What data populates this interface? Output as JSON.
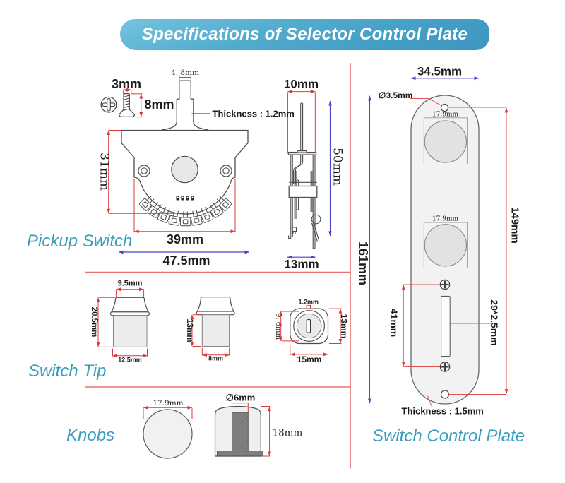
{
  "title": "Specifications of Selector Control Plate",
  "accent_colors": {
    "banner_blue": "#4aa3c8",
    "section_label_teal": "#3b9dbd",
    "dimension_red": "#e05252",
    "dimension_blue": "#4747c7"
  },
  "sections": {
    "pickup_switch": {
      "label": "Pickup Switch",
      "dims": {
        "screw_head_width": "3mm",
        "screw_length": "8mm",
        "lever_tip_width": "4. 8mm",
        "lever_thickness": "Thickness : 1.2mm",
        "body_height": "31mm",
        "body_width": "39mm",
        "overall_width": "47.5mm",
        "side_width": "10mm",
        "side_height": "50mm",
        "side_depth": "13mm"
      }
    },
    "switch_tip": {
      "label": "Switch Tip",
      "dims": {
        "front_top_width": "9.5mm",
        "front_height": "20.5mm",
        "front_base_width": "12.5mm",
        "side_height": "13mm",
        "side_base_width": "8mm",
        "slot_width": "1.2mm",
        "bottom_inner_diameter": "9. 6mm",
        "bottom_height": "13mm",
        "bottom_width": "15mm"
      }
    },
    "knobs": {
      "label": "Knobs",
      "dims": {
        "diameter": "17.9mm",
        "bore_diameter": "∅6mm",
        "height": "18mm"
      }
    },
    "control_plate": {
      "label": "Switch Control Plate",
      "dims": {
        "plate_width": "34.5mm",
        "mount_hole_diameter": "∅3.5mm",
        "knob_hole_top": "17.9mm",
        "knob_hole_bottom": "17.9mm",
        "plate_length": "161mm",
        "hole_spacing": "149mm",
        "screw_spacing": "41mm",
        "switch_slot": "29*2.5mm",
        "plate_thickness": "Thickness : 1.5mm"
      }
    }
  }
}
